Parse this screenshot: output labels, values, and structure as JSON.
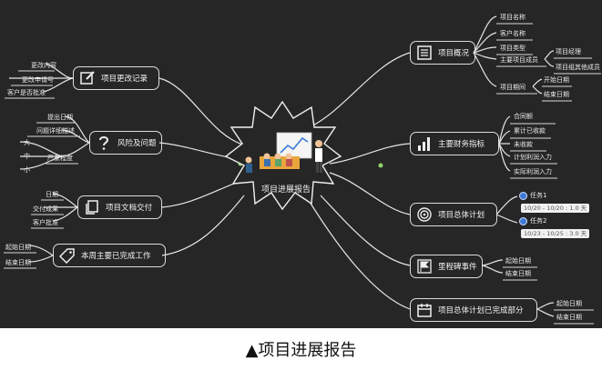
{
  "center": {
    "title": "项目进展报告"
  },
  "left": {
    "change": {
      "title": "项目更改记录",
      "items": [
        "更改内容",
        "更改申请号",
        "客户是否批准"
      ]
    },
    "risk": {
      "title": "风险及问题",
      "items": [
        "提出日期",
        "问题详细描述",
        "严重程度",
        "大",
        "中",
        "小"
      ]
    },
    "docs": {
      "title": "项目文档交付",
      "items": [
        "日期",
        "交付成果",
        "客户批准"
      ]
    },
    "weekly": {
      "title": "本周主要已完成工作",
      "items": [
        "起始日期",
        "结束日期"
      ]
    }
  },
  "right": {
    "overview": {
      "title": "项目概况",
      "items": [
        "项目名称",
        "客户名称",
        "项目类型",
        "主要项目成员",
        "项目经理",
        "项目组其他成员",
        "项目期间",
        "开始日期",
        "结束日期"
      ]
    },
    "finance": {
      "title": "主要财务指标",
      "items": [
        "合同额",
        "累计已收款",
        "未收款",
        "计划利润入力",
        "实际利润入力"
      ]
    },
    "plan": {
      "title": "项目总体计划",
      "tasks": [
        {
          "name": "任务1",
          "range": "10/20 - 10/20 : 1.0 天"
        },
        {
          "name": "任务2",
          "range": "10/23 - 10/25 : 3.0 天"
        }
      ]
    },
    "milestone": {
      "title": "里程碑事件",
      "items": [
        "起始日期",
        "结束日期"
      ]
    },
    "done": {
      "title": "项目总体计划已完成部分",
      "items": [
        "起始日期",
        "结束日期"
      ]
    }
  },
  "caption": "▲项目进展报告"
}
